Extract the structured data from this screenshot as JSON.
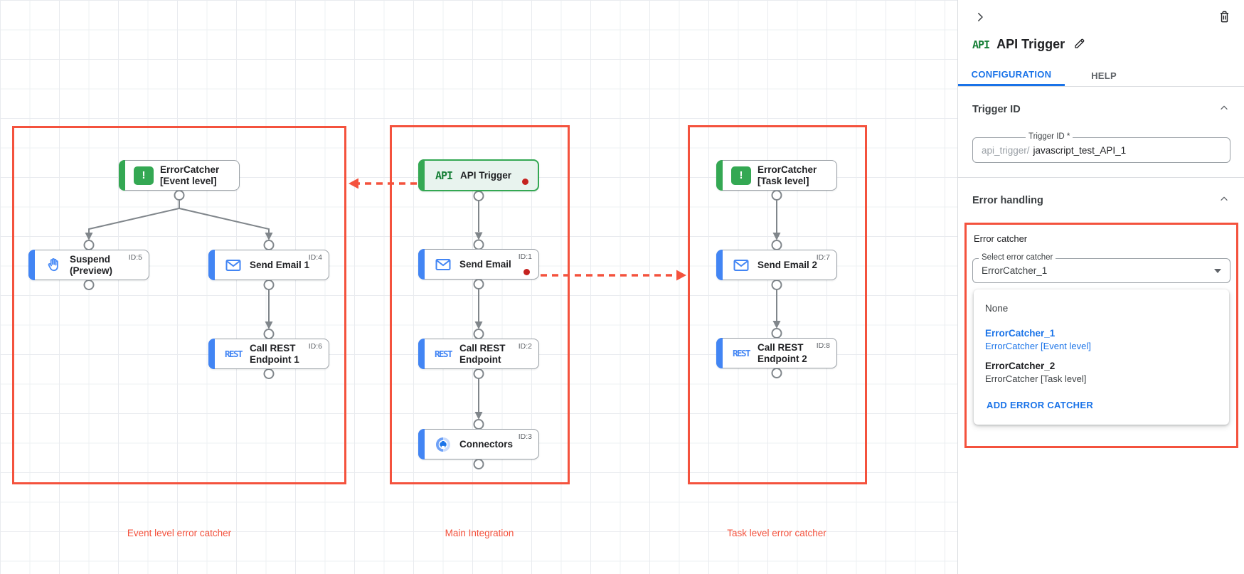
{
  "colors": {
    "annotation_red": "#f4523d",
    "status_dot_red": "#c5221f",
    "accent_blue": "#1a73e8",
    "node_blue": "#4285f4",
    "node_green": "#34a853"
  },
  "canvas": {
    "groups": [
      {
        "label": "Event level error catcher"
      },
      {
        "label": "Main Integration"
      },
      {
        "label": "Task level error catcher"
      }
    ],
    "nodes": {
      "error_catcher_event": {
        "title": "ErrorCatcher [Event level]",
        "icon_glyph": "!"
      },
      "suspend": {
        "title": "Suspend (Preview)",
        "id": "ID:5"
      },
      "send_email_1": {
        "title": "Send Email 1",
        "id": "ID:4"
      },
      "call_rest_1": {
        "title": "Call REST Endpoint 1",
        "id": "ID:6",
        "icon_text": "REST"
      },
      "api_trigger": {
        "title": "API Trigger",
        "icon_text": "API"
      },
      "send_email": {
        "title": "Send Email",
        "id": "ID:1"
      },
      "call_rest": {
        "title": "Call REST Endpoint",
        "id": "ID:2",
        "icon_text": "REST"
      },
      "connectors": {
        "title": "Connectors",
        "id": "ID:3"
      },
      "error_catcher_task": {
        "title": "ErrorCatcher [Task level]",
        "icon_glyph": "!"
      },
      "send_email_2": {
        "title": "Send Email 2",
        "id": "ID:7"
      },
      "call_rest_2": {
        "title": "Call REST Endpoint 2",
        "id": "ID:8",
        "icon_text": "REST"
      }
    }
  },
  "panel": {
    "title": "API Trigger",
    "title_icon_text": "API",
    "tabs": [
      {
        "label": "CONFIGURATION"
      },
      {
        "label": "HELP"
      }
    ],
    "trigger_id": {
      "heading": "Trigger ID",
      "field_label": "Trigger ID *",
      "prefix": "api_trigger/",
      "value": "javascript_test_API_1"
    },
    "error_handling": {
      "heading": "Error handling",
      "group_label": "Error catcher",
      "select_label": "Select error catcher",
      "select_value": "ErrorCatcher_1",
      "options": [
        {
          "name": "None"
        },
        {
          "name": "ErrorCatcher_1",
          "detail": "ErrorCatcher [Event level]"
        },
        {
          "name": "ErrorCatcher_2",
          "detail": "ErrorCatcher [Task level]"
        }
      ],
      "add_button": "ADD ERROR CATCHER"
    }
  }
}
